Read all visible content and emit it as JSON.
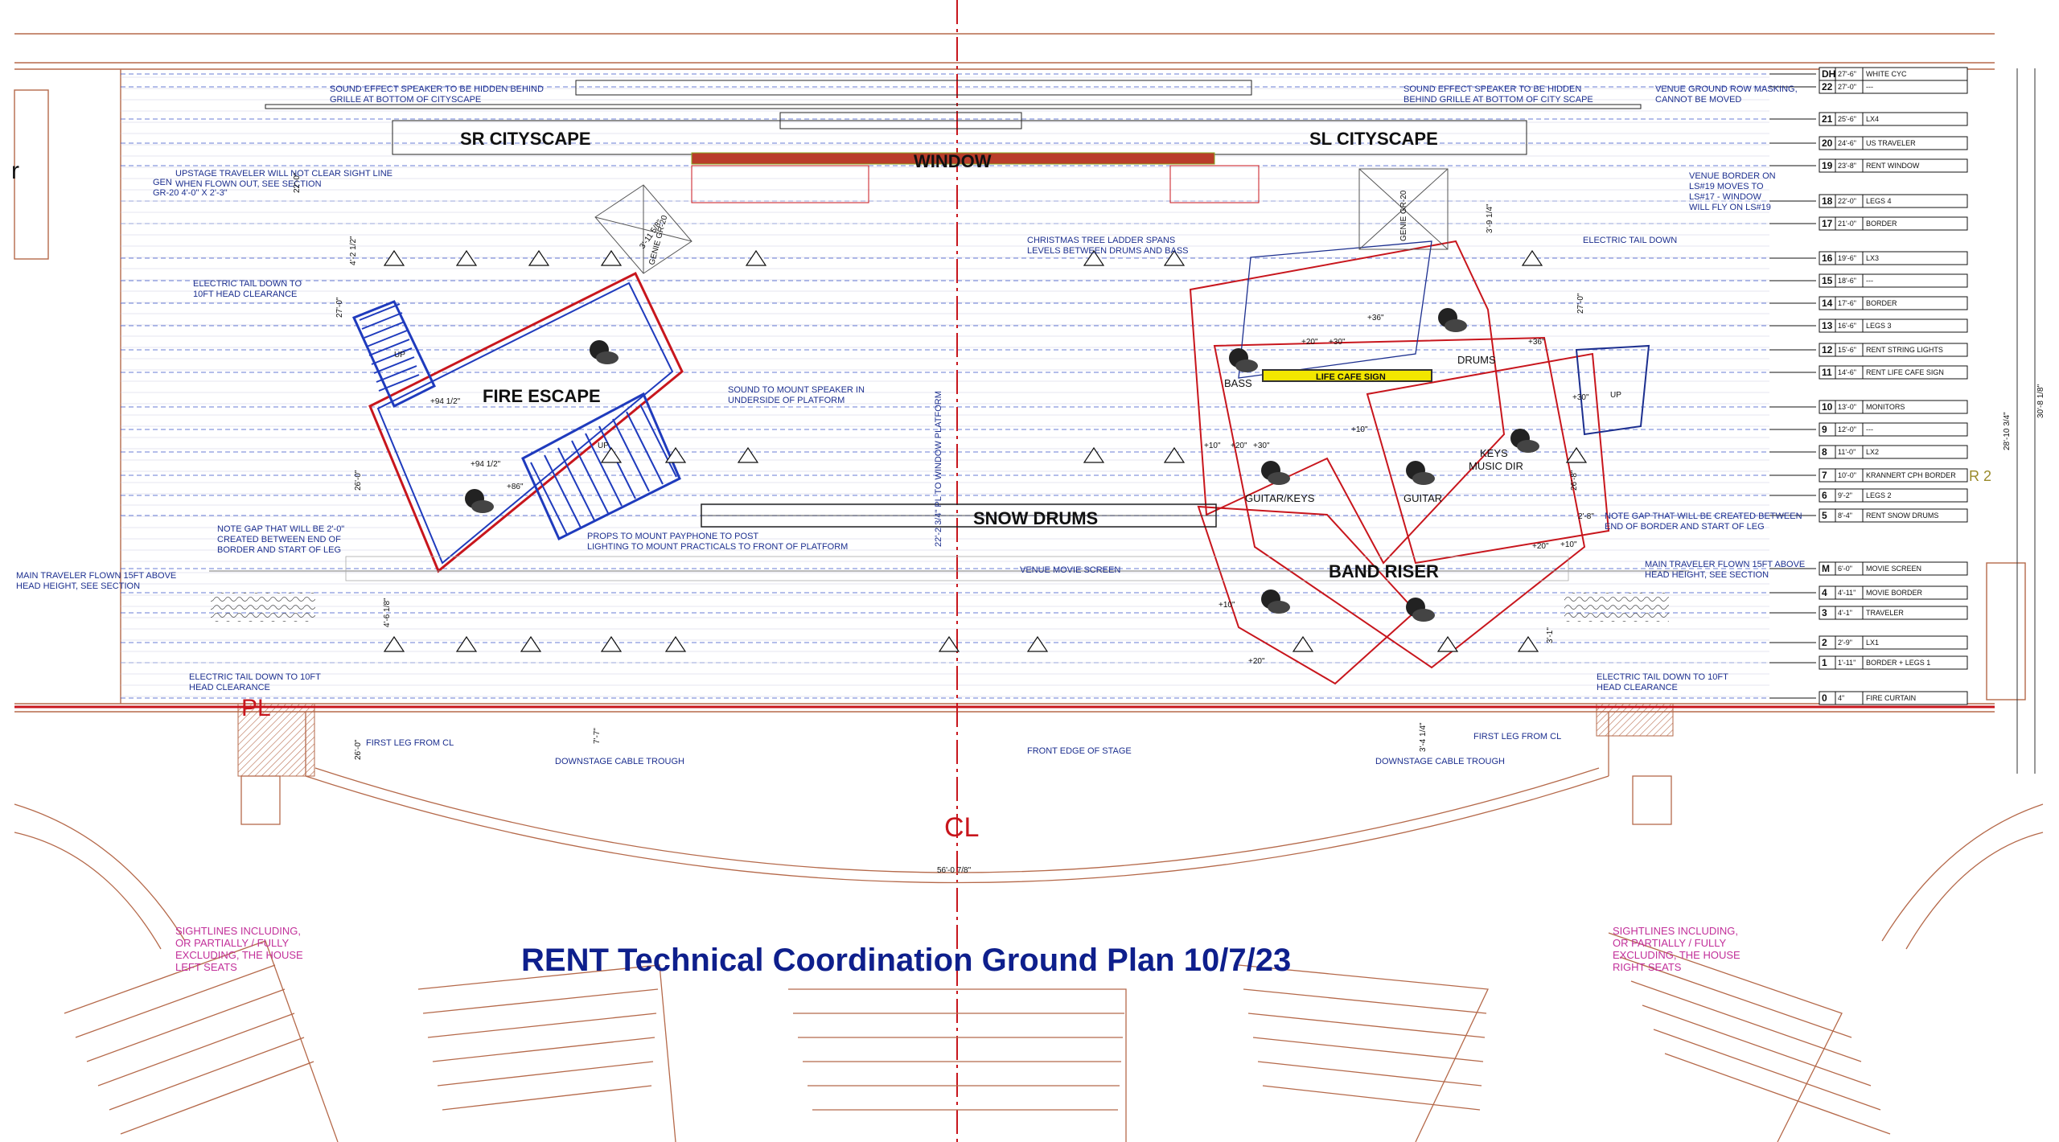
{
  "title": "RENT Technical Coordination Ground Plan 10/7/23",
  "regions": {
    "sr_cityscape": "SR CITYSCAPE",
    "sl_cityscape": "SL CITYSCAPE",
    "window": "WINDOW",
    "fire_escape": "FIRE ESCAPE",
    "snow_drums": "SNOW DRUMS",
    "band_riser": "BAND RISER",
    "life_cafe_sign": "LIFE CAFE SIGN",
    "bass": "BASS",
    "drums": "DRUMS",
    "guitar_keys": "GUITAR/KEYS",
    "guitar": "GUITAR",
    "keys_music_dir": [
      "KEYS",
      "MUSIC DIR"
    ]
  },
  "markers": {
    "pl": "PL",
    "cl": "CL",
    "r2": "R 2",
    "right_edge": "r"
  },
  "notes": {
    "sound_sr": [
      "SOUND EFFECT SPEAKER TO BE HIDDEN BEHIND",
      "GRILLE AT BOTTOM OF CITYSCAPE"
    ],
    "sound_sl": [
      "SOUND EFFECT SPEAKER TO BE HIDDEN",
      "BEHIND GRILLE AT BOTTOM OF CITY SCAPE"
    ],
    "venue_row": [
      "VENUE GROUND ROW MASKING,",
      "CANNOT BE MOVED"
    ],
    "upstage_traveler": [
      "UPSTAGE TRAVELER WILL NOT CLEAR SIGHT LINE",
      "WHEN FLOWN OUT, SEE SECTION"
    ],
    "genie_left": [
      "GEN",
      "GR-20 4'-0\" X 2'-3\""
    ],
    "venue_border": [
      "VENUE BORDER ON",
      "LS#19 MOVES TO",
      "LS#17 - WINDOW",
      "WILL FLY ON LS#19"
    ],
    "christmas_tree": [
      "CHRISTMAS TREE LADDER SPANS",
      "LEVELS BETWEEN DRUMS AND BASS"
    ],
    "electric_tail_down": "ELECTRIC TAIL DOWN",
    "electric_tail_sr": [
      "ELECTRIC TAIL DOWN TO",
      "10FT HEAD CLEARANCE"
    ],
    "sound_platform": [
      "SOUND TO MOUNT SPEAKER IN",
      "UNDERSIDE OF PLATFORM"
    ],
    "props_payphone": [
      "PROPS TO MOUNT PAYPHONE TO POST",
      "LIGHTING TO MOUNT PRACTICALS TO FRONT OF PLATFORM"
    ],
    "note_gap_sr": [
      "NOTE GAP THAT WILL BE 2'-0\"",
      "CREATED BETWEEN END OF",
      "BORDER AND START OF LEG"
    ],
    "note_gap_sl": [
      "NOTE GAP THAT WILL BE CREATED BETWEEN",
      "END OF BORDER AND START OF LEG"
    ],
    "main_traveler_sr": [
      "MAIN TRAVELER FLOWN 15FT ABOVE",
      "HEAD HEIGHT, SEE SECTION"
    ],
    "main_traveler_sl": [
      "MAIN TRAVELER FLOWN 15FT ABOVE",
      "HEAD HEIGHT, SEE SECTION"
    ],
    "venue_movie_screen": "VENUE MOVIE SCREEN",
    "electric_tail_10ft_sr": [
      "ELECTRIC TAIL DOWN TO 10FT",
      "HEAD CLEARANCE"
    ],
    "electric_tail_10ft_sl": [
      "ELECTRIC TAIL DOWN TO 10FT",
      "HEAD CLEARANCE"
    ],
    "first_leg_sr": "FIRST LEG FROM CL",
    "first_leg_sl": "FIRST LEG FROM CL",
    "downstage_trough_sr": "DOWNSTAGE CABLE TROUGH",
    "downstage_trough_sl": "DOWNSTAGE CABLE TROUGH",
    "front_edge": "FRONT EDGE OF STAGE",
    "pl_to_window": "22'-2 3/4\" PL TO WINDOW PLATFORM",
    "sightlines_left": [
      "SIGHTLINES INCLUDING,",
      "OR PARTIALLY / FULLY",
      "EXCLUDING, THE HOUSE",
      "LEFT SEATS"
    ],
    "sightlines_right": [
      "SIGHTLINES INCLUDING,",
      "OR PARTIALLY / FULLY",
      "EXCLUDING, THE HOUSE",
      "RIGHT SEATS"
    ]
  },
  "dimensions": {
    "d22": "22'-0\"",
    "d27": "27'-0\"",
    "d26": "26'-0\"",
    "d4_2": "4'-2 1/2\"",
    "d4_6": "4'-6 1/8\"",
    "d3_11": "3'-11 5/8\"",
    "d3_9": "3'-9 1/4\"",
    "d27b": "27'-0\"",
    "d26_8": "26'-8\"",
    "d2_8": "2'-8\"",
    "d3_1": "3'-1\"",
    "d7_7": "7'-7\"",
    "d3_4": "3'-4 1/4\"",
    "d26b": "26'-0\"",
    "d56": "56'-0 7/8\"",
    "d28": "28'-10 3/4\"",
    "d30": "30'-8 1/8\"",
    "genie_rot_left": "GENIE GR-20",
    "genie_rot_right": "GENIE GR-20",
    "e94a": "+94 1/2\"",
    "e94b": "+94 1/2\"",
    "e86": "+86\"",
    "e36a": "+36\"",
    "e36b": "+36\"",
    "e20a": "+20\"",
    "e30a": "+30\"",
    "e30b": "+30\"",
    "e10a": "+10\"",
    "e20b": "+20\"",
    "e30c": "+30\"",
    "e10b": "+10\"",
    "e20c": "+20\"",
    "e10c": "+10\"",
    "e20d": "+20\"",
    "e10d": "+10\"",
    "up1": "UP",
    "up2": "UP",
    "up3": "UP"
  },
  "lineset": [
    {
      "num": "DH",
      "dim": "27'-6\"",
      "name": "WHITE CYC"
    },
    {
      "num": "22",
      "dim": "27'-0\"",
      "name": "---"
    },
    {
      "num": "21",
      "dim": "25'-6\"",
      "name": "LX4"
    },
    {
      "num": "20",
      "dim": "24'-6\"",
      "name": "US TRAVELER"
    },
    {
      "num": "19",
      "dim": "23'-8\"",
      "name": "RENT WINDOW"
    },
    {
      "num": "18",
      "dim": "22'-0\"",
      "name": "LEGS 4"
    },
    {
      "num": "17",
      "dim": "21'-0\"",
      "name": "BORDER"
    },
    {
      "num": "16",
      "dim": "19'-6\"",
      "name": "LX3"
    },
    {
      "num": "15",
      "dim": "18'-6\"",
      "name": "---"
    },
    {
      "num": "14",
      "dim": "17'-6\"",
      "name": "BORDER"
    },
    {
      "num": "13",
      "dim": "16'-6\"",
      "name": "LEGS 3"
    },
    {
      "num": "12",
      "dim": "15'-6\"",
      "name": "RENT STRING LIGHTS"
    },
    {
      "num": "11",
      "dim": "14'-6\"",
      "name": "RENT LIFE CAFE SIGN"
    },
    {
      "num": "10",
      "dim": "13'-0\"",
      "name": "MONITORS"
    },
    {
      "num": "9",
      "dim": "12'-0\"",
      "name": "---"
    },
    {
      "num": "8",
      "dim": "11'-0\"",
      "name": "LX2"
    },
    {
      "num": "7",
      "dim": "10'-0\"",
      "name": "KRANNERT CPH BORDER"
    },
    {
      "num": "6",
      "dim": "9'-2\"",
      "name": "LEGS 2"
    },
    {
      "num": "5",
      "dim": "8'-4\"",
      "name": "RENT SNOW DRUMS"
    },
    {
      "num": "M",
      "dim": "6'-0\"",
      "name": "MOVIE SCREEN"
    },
    {
      "num": "4",
      "dim": "4'-11\"",
      "name": "MOVIE BORDER"
    },
    {
      "num": "3",
      "dim": "4'-1\"",
      "name": "TRAVELER"
    },
    {
      "num": "2",
      "dim": "2'-9\"",
      "name": "LX1"
    },
    {
      "num": "1",
      "dim": "1'-11\"",
      "name": "BORDER + LEGS 1"
    },
    {
      "num": "0",
      "dim": "4\"",
      "name": "FIRE CURTAIN"
    }
  ],
  "colors": {
    "ink": "#1c2f8f",
    "red": "#c8161d",
    "pink": "#c2309a",
    "sign": "#f2e600",
    "wall": "#b5694a"
  }
}
